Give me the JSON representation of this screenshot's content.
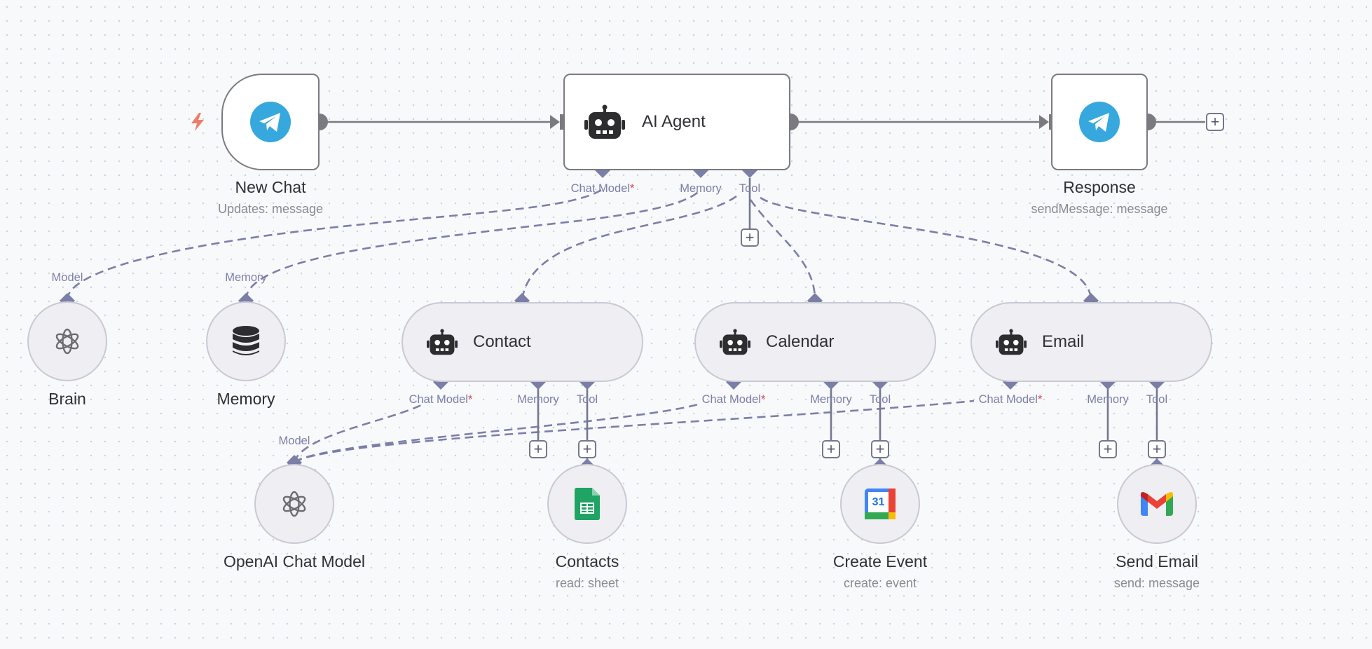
{
  "canvas": {
    "colors": {
      "background": "#f8f9fb",
      "node_border": "#7a7a80",
      "sub_node_fill": "#eeeef3",
      "connector": "#7b7fa8",
      "required": "#e0454f",
      "telegram": "#36a8de",
      "trigger_bolt": "#ee7d68"
    }
  },
  "nodes": {
    "new_chat": {
      "title": "New Chat",
      "subtitle": "Updates: message",
      "icon": "telegram-icon"
    },
    "ai_agent": {
      "title": "AI Agent",
      "icon": "robot-icon"
    },
    "response": {
      "title": "Response",
      "subtitle": "sendMessage: message",
      "icon": "telegram-icon"
    },
    "brain": {
      "title": "Brain",
      "icon": "openai-icon"
    },
    "memory": {
      "title": "Memory",
      "icon": "database-icon"
    },
    "contact": {
      "title": "Contact",
      "icon": "robot-icon"
    },
    "calendar": {
      "title": "Calendar",
      "icon": "robot-icon"
    },
    "email": {
      "title": "Email",
      "icon": "robot-icon"
    },
    "openai_chat_model": {
      "title": "OpenAI Chat Model",
      "icon": "openai-icon"
    },
    "contacts": {
      "title": "Contacts",
      "subtitle": "read: sheet",
      "icon": "google-sheets-icon"
    },
    "create_event": {
      "title": "Create Event",
      "subtitle": "create: event",
      "icon": "google-calendar-icon"
    },
    "send_email": {
      "title": "Send Email",
      "subtitle": "send: message",
      "icon": "gmail-icon"
    }
  },
  "labels": {
    "chat_model": "Chat Model",
    "required_mark": "*",
    "memory": "Memory",
    "tool": "Tool",
    "model": "Model",
    "plus": "+",
    "calendar_day": "31"
  }
}
